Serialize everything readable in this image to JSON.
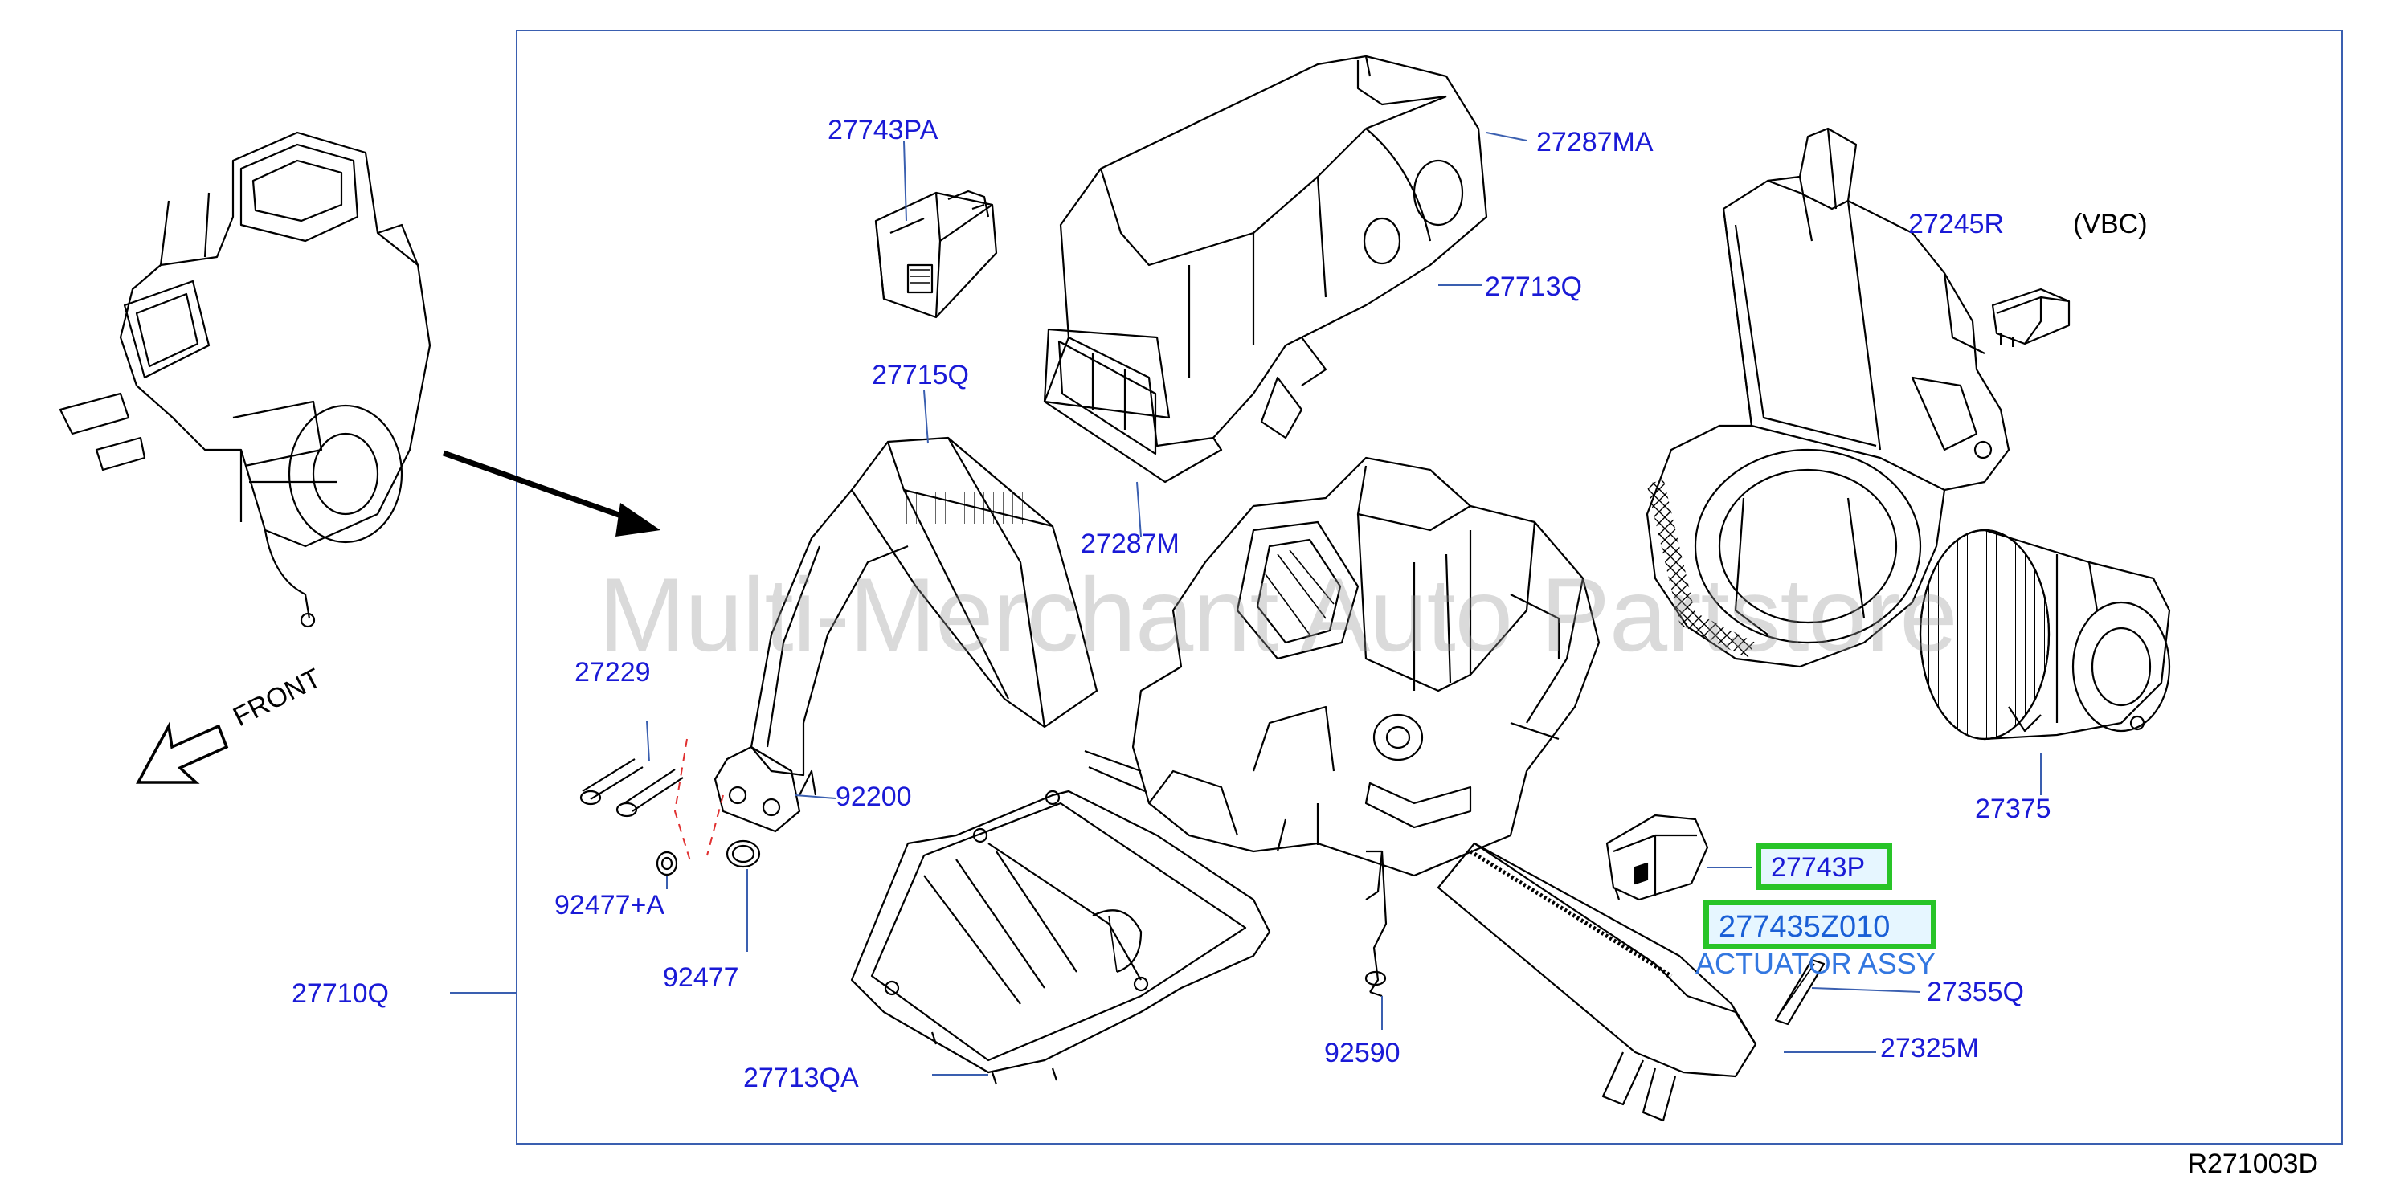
{
  "watermark": "Multi-Merchant Auto Partstore",
  "direction_label": "FRONT",
  "variant_note": "(VBC)",
  "diagram_ref": "R271003D",
  "callouts": {
    "c27743PA": "27743PA",
    "c27287MA": "27287MA",
    "c27713Q": "27713Q",
    "c27715Q": "27715Q",
    "c27287M": "27287M",
    "c27245R": "27245R",
    "c27229": "27229",
    "c92200": "92200",
    "c92477A": "92477+A",
    "c92477": "92477",
    "c27710Q": "27710Q",
    "c27713QA": "27713QA",
    "c92590": "92590",
    "c27375": "27375",
    "c27355Q": "27355Q",
    "c27325M": "27325M"
  },
  "highlighted": {
    "part_number": "27743P",
    "oem_number": "277435Z010",
    "description": "ACTUATOR ASSY"
  },
  "colors": {
    "callout": "#1a1ad6",
    "highlight_border": "#28c428",
    "highlight_text": "#1a5fd6",
    "frame": "#3a5fb0"
  }
}
